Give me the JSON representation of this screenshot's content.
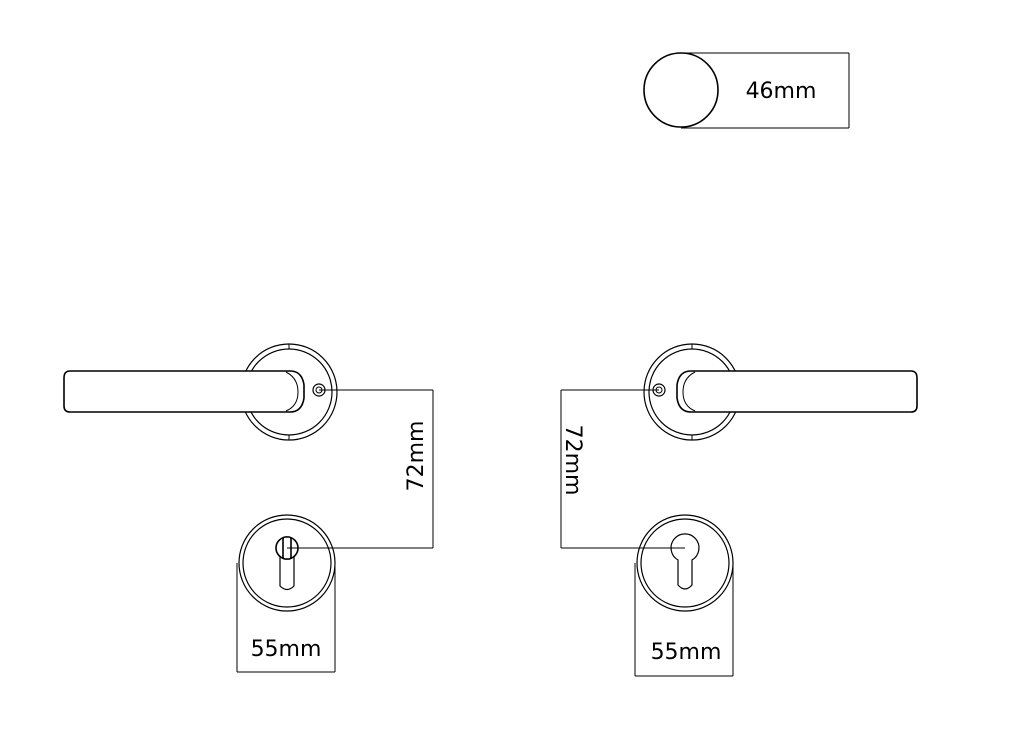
{
  "dimensions": {
    "knob_diameter": "46mm",
    "left_center_distance": "72mm",
    "right_center_distance": "72mm",
    "left_escutcheon_diameter": "55mm",
    "right_escutcheon_diameter": "55mm"
  },
  "colors": {
    "line": "#000000",
    "background": "#ffffff"
  }
}
